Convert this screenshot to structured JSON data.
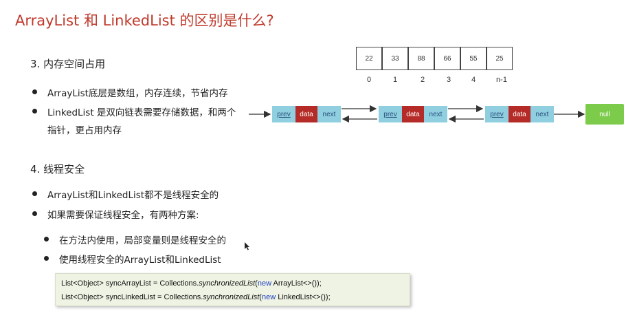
{
  "title": "ArrayList 和 LinkedList 的区别是什么?",
  "section3": {
    "heading": "3.  内存空间占用",
    "bullets": [
      "ArrayList底层是数组，内存连续，节省内存",
      "LinkedList 是双向链表需要存储数据，和两个",
      "指针，更占用内存"
    ]
  },
  "array": {
    "values": [
      "22",
      "33",
      "88",
      "66",
      "55",
      "25"
    ],
    "indices": [
      "0",
      "1",
      "2",
      "3",
      "4",
      "n-1"
    ]
  },
  "linked_list": {
    "nodes": [
      {
        "prev": "prev",
        "data": "data",
        "next": "next"
      },
      {
        "prev": "prev",
        "data": "data",
        "next": "next"
      },
      {
        "prev": "prev",
        "data": "data",
        "next": "next"
      }
    ],
    "terminal": "null"
  },
  "section4": {
    "heading": "4.  线程安全",
    "bullets": [
      "ArrayList和LinkedList都不是线程安全的",
      "如果需要保证线程安全，有两种方案:"
    ],
    "sub_bullets": [
      "在方法内使用，局部变量则是线程安全的",
      "使用线程安全的ArrayList和LinkedList"
    ]
  },
  "code": {
    "line1": {
      "pre": "List<Object> syncArrayList = Collections.",
      "method": "synchronizedList",
      "open": "(",
      "kw": "new",
      "post": " ArrayList<>());"
    },
    "line2": {
      "pre": "List<Object> syncLinkedList = Collections.",
      "method": "synchronizedList",
      "open": "(",
      "kw": "new",
      "post": " LinkedList<>());"
    }
  },
  "colors": {
    "title": "#c0392b",
    "node_pointer": "#8fcfe0",
    "node_data": "#b52b27",
    "null_box": "#7ccb4a",
    "code_bg": "#eef3e4",
    "keyword": "#1f3fbf"
  }
}
